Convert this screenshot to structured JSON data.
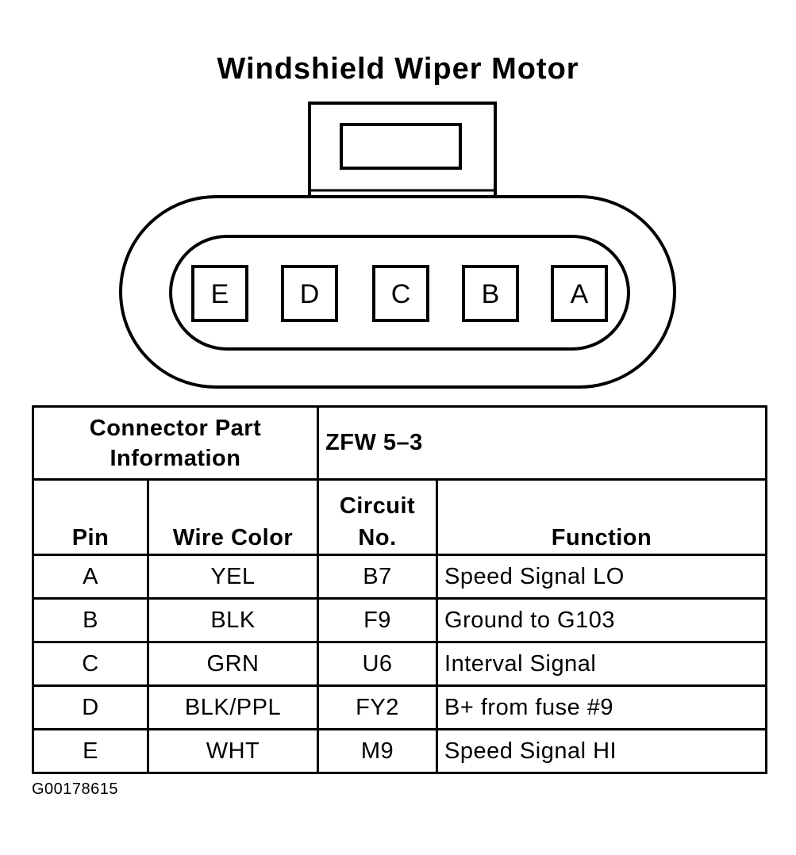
{
  "title": "Windshield Wiper Motor",
  "connector": {
    "pins": [
      "E",
      "D",
      "C",
      "B",
      "A"
    ]
  },
  "table": {
    "part_info_label": "Connector Part Information",
    "part_info_line1": "Connector Part",
    "part_info_line2": "Information",
    "part_info_value": "ZFW 5–3",
    "headers": {
      "pin": "Pin",
      "wire_color": "Wire Color",
      "circuit_line1": "Circuit",
      "circuit_line2": "No.",
      "function": "Function"
    },
    "rows": [
      {
        "pin": "A",
        "wire_color": "YEL",
        "circuit": "B7",
        "function": "Speed Signal LO"
      },
      {
        "pin": "B",
        "wire_color": "BLK",
        "circuit": "F9",
        "function": "Ground to G103"
      },
      {
        "pin": "C",
        "wire_color": "GRN",
        "circuit": "U6",
        "function": "Interval Signal"
      },
      {
        "pin": "D",
        "wire_color": "BLK/PPL",
        "circuit": "FY2",
        "function": "B+ from fuse #9"
      },
      {
        "pin": "E",
        "wire_color": "WHT",
        "circuit": "M9",
        "function": "Speed Signal HI"
      }
    ]
  },
  "figure_id": "G00178615"
}
